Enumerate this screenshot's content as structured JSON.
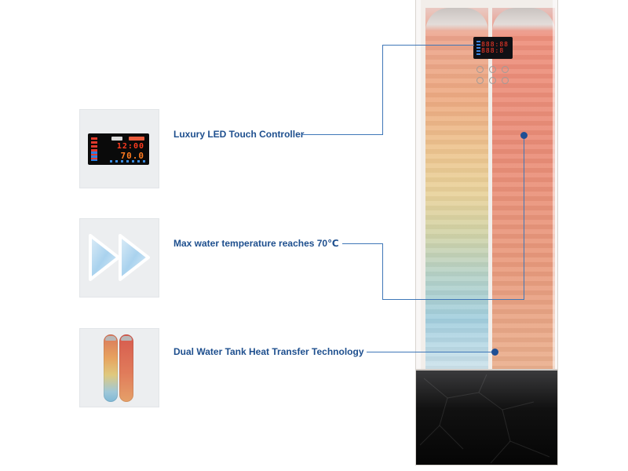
{
  "features": [
    {
      "label": "Luxury LED Touch Controller",
      "thumbnail_icon": "led-controller-icon",
      "controller_readout": {
        "time": "12:00",
        "temperature": "70.0"
      }
    },
    {
      "label": "Max water temperature reaches 70℃",
      "thumbnail_icon": "double-arrow-icon"
    },
    {
      "label": "Dual Water Tank Heat Transfer Technology",
      "thumbnail_icon": "dual-tank-icon"
    }
  ],
  "product": {
    "icon": "water-heater-image",
    "display_readout": "888:88\n888:8"
  },
  "colors": {
    "label_text": "#1e4f8e",
    "callout_line": "#3f77b8",
    "callout_dot": "#1f4f94",
    "thumbnail_bg": "#eceef0"
  }
}
